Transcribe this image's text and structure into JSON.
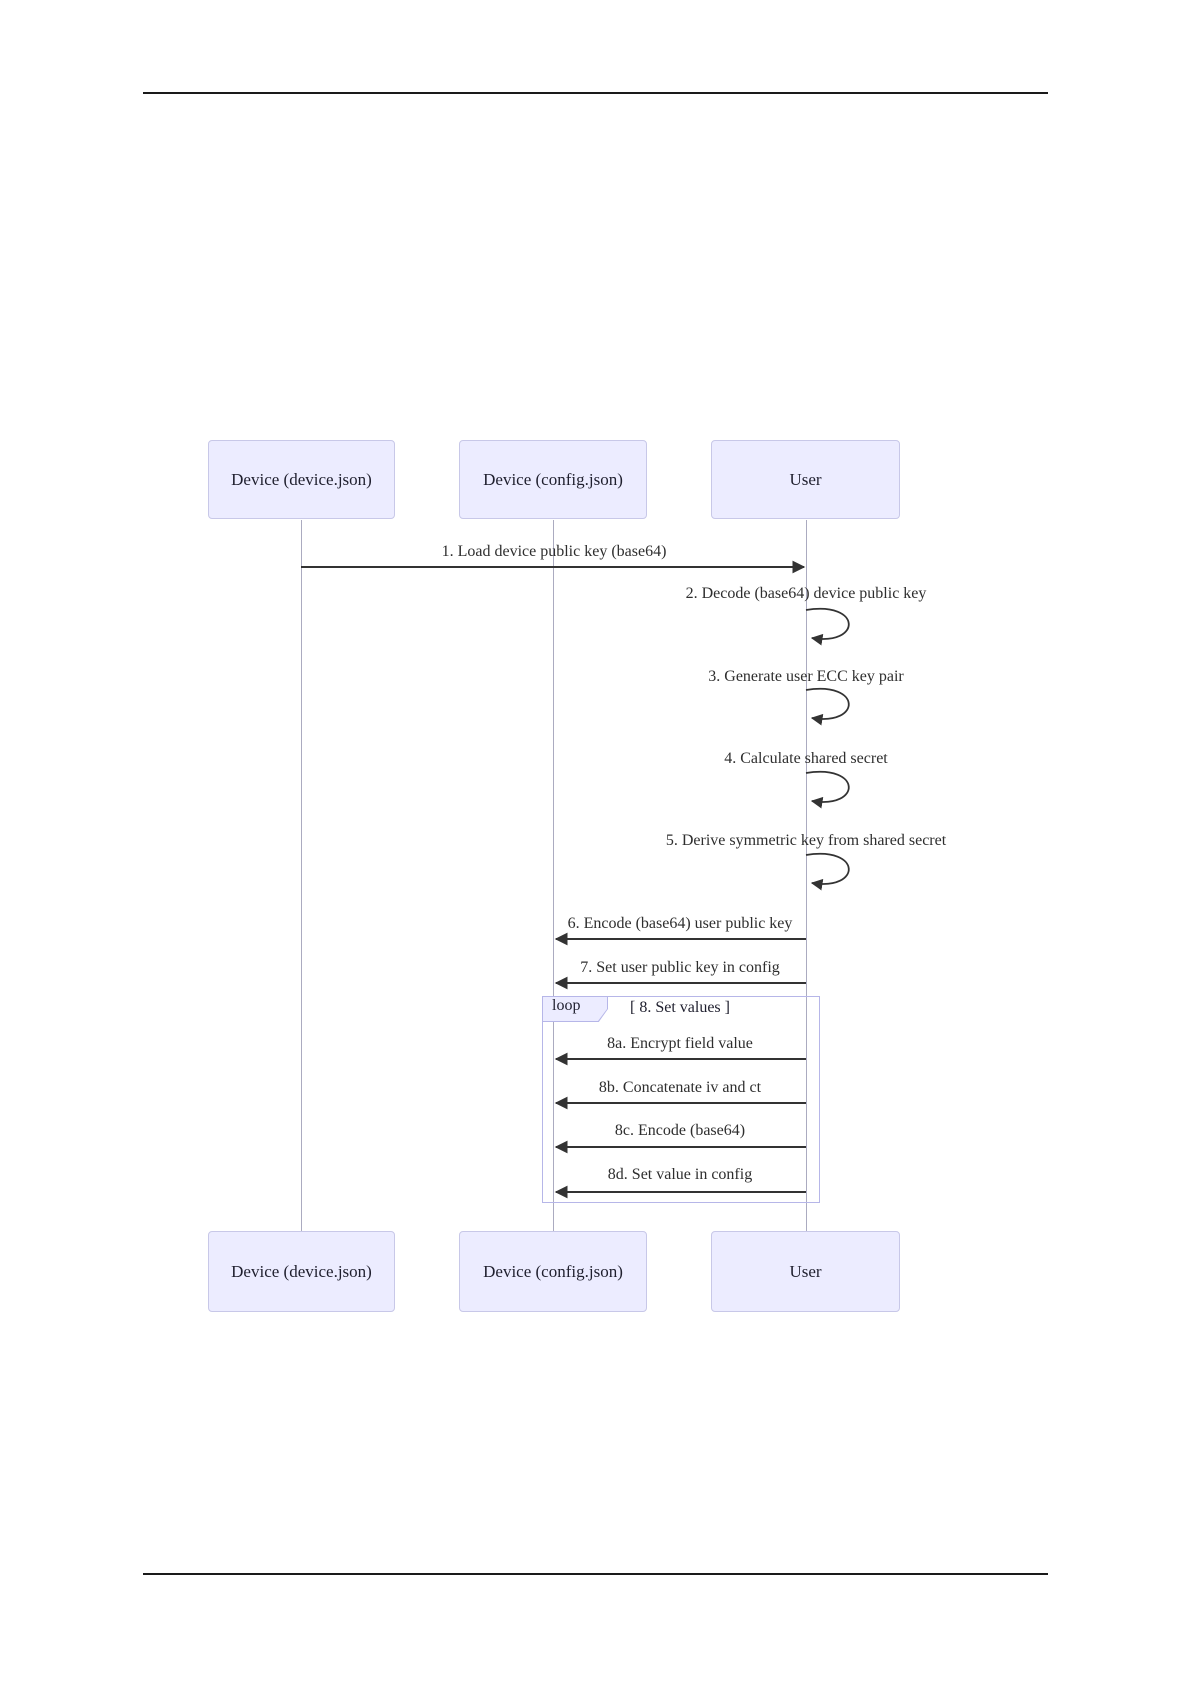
{
  "diagram": {
    "actors": [
      {
        "id": "device-json",
        "label": "Device (device.json)"
      },
      {
        "id": "config-json",
        "label": "Device (config.json)"
      },
      {
        "id": "user",
        "label": "User"
      }
    ],
    "messages": [
      {
        "text": "1. Load device public key (base64)",
        "from": "device-json",
        "to": "user",
        "kind": "arrow"
      },
      {
        "text": "2. Decode (base64) device public key",
        "from": "user",
        "to": "user",
        "kind": "self"
      },
      {
        "text": "3. Generate user ECC key pair",
        "from": "user",
        "to": "user",
        "kind": "self"
      },
      {
        "text": "4. Calculate shared secret",
        "from": "user",
        "to": "user",
        "kind": "self"
      },
      {
        "text": "5. Derive symmetric key from shared secret",
        "from": "user",
        "to": "user",
        "kind": "self"
      },
      {
        "text": "6. Encode (base64) user public key",
        "from": "user",
        "to": "config-json",
        "kind": "arrow"
      },
      {
        "text": "7. Set user public key in config",
        "from": "user",
        "to": "config-json",
        "kind": "arrow"
      }
    ],
    "loop": {
      "label": "loop",
      "title": "[ 8. Set values ]",
      "messages": [
        {
          "text": "8a. Encrypt field value",
          "from": "user",
          "to": "config-json"
        },
        {
          "text": "8b. Concatenate iv and ct",
          "from": "user",
          "to": "config-json"
        },
        {
          "text": "8c. Encode (base64)",
          "from": "user",
          "to": "config-json"
        },
        {
          "text": "8d. Set value in config",
          "from": "user",
          "to": "config-json"
        }
      ]
    },
    "colors": {
      "actor_fill": "#ECECFF",
      "actor_border": "#C8C8E8",
      "loop_border": "#B6B6E8",
      "message_line": "#333333",
      "lifeline": "#ABABC0",
      "rule": "#1A1A1A",
      "text": "#222222"
    }
  }
}
